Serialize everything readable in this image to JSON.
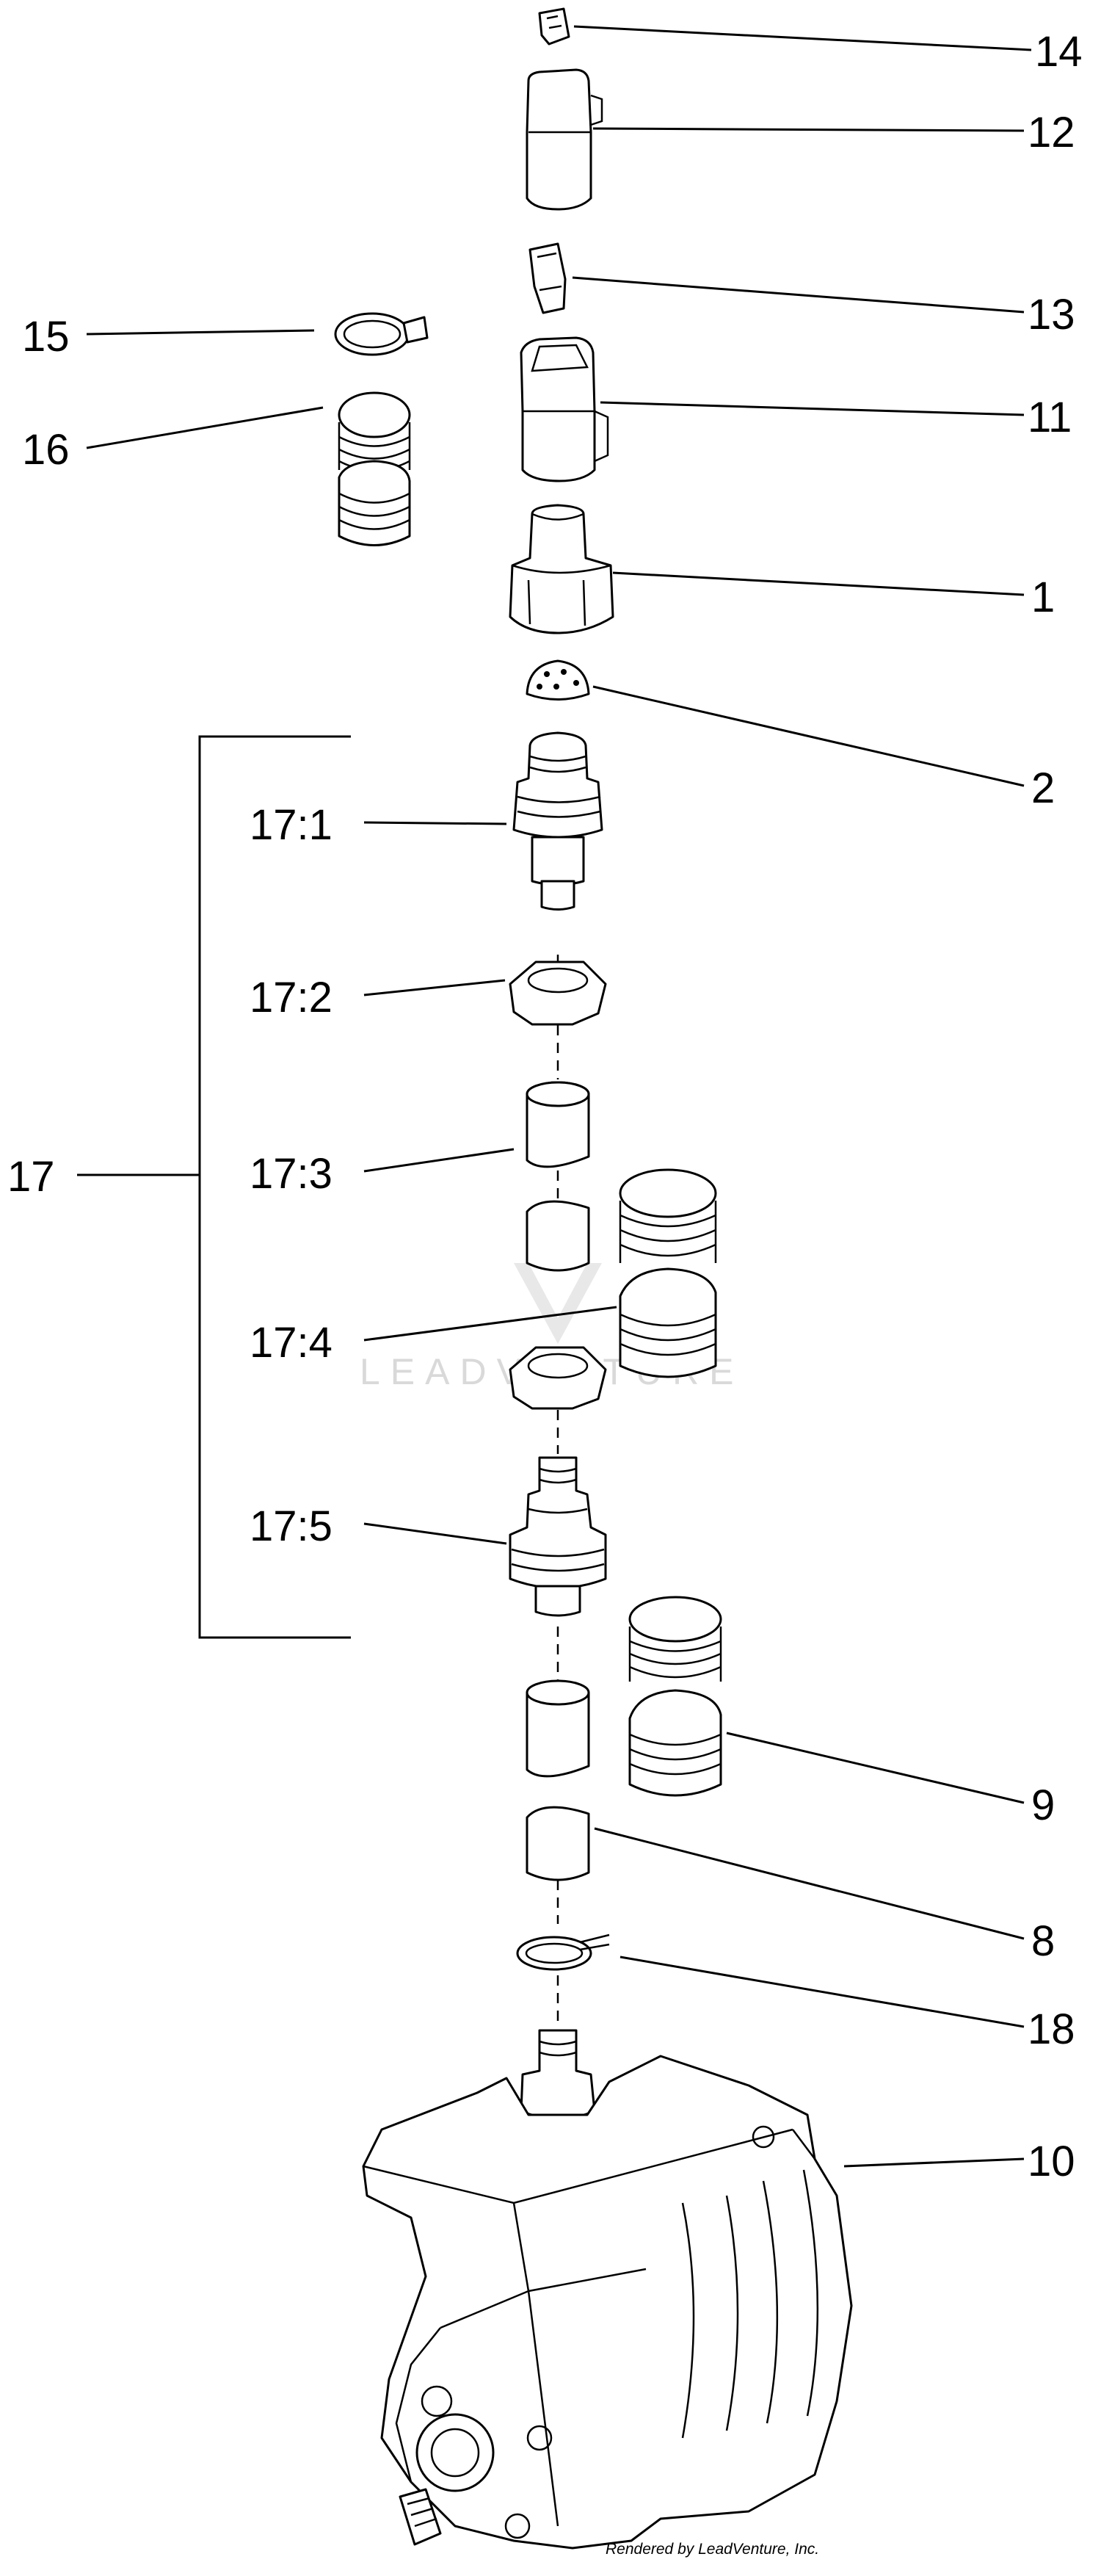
{
  "callouts": {
    "c14": "14",
    "c12": "12",
    "c13": "13",
    "c15": "15",
    "c11": "11",
    "c16": "16",
    "c1": "1",
    "c2": "2",
    "c17_1": "17:1",
    "c17_2": "17:2",
    "c17": "17",
    "c17_3": "17:3",
    "c17_4": "17:4",
    "c17_5": "17:5",
    "c9": "9",
    "c8": "8",
    "c18": "18",
    "c10": "10"
  },
  "watermark": "LEADVENTURE",
  "credit": "Rendered by LeadVenture, Inc."
}
